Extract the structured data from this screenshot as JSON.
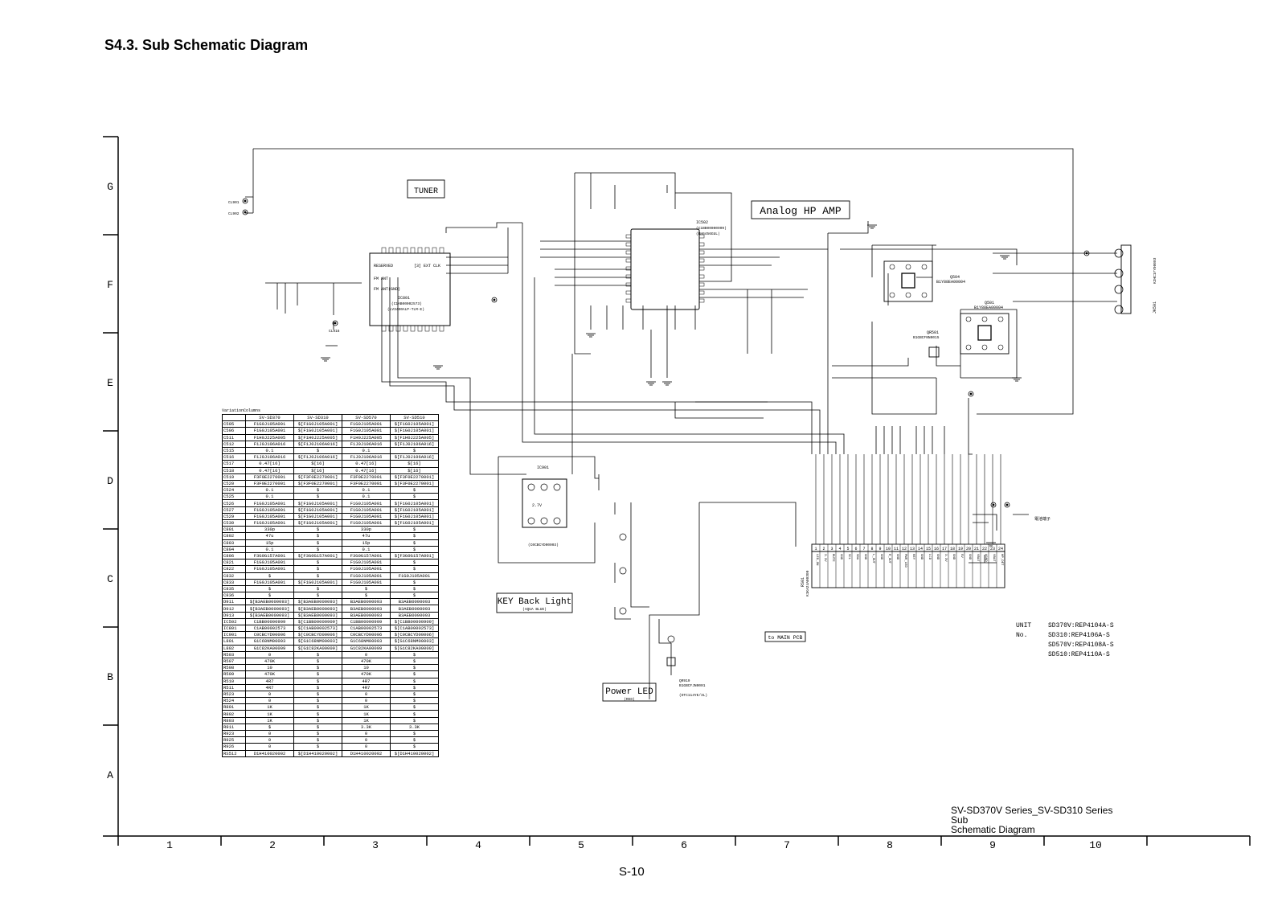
{
  "title": "S4.3. Sub Schematic Diagram",
  "page_number": "S-10",
  "title_block": [
    "SV-SD370V Series_SV-SD310 Series",
    "Sub",
    "Schematic Diagram"
  ],
  "row_labels": [
    "G",
    "F",
    "E",
    "D",
    "C",
    "B",
    "A"
  ],
  "column_labels": [
    "1",
    "2",
    "3",
    "4",
    "5",
    "6",
    "7",
    "8",
    "9",
    "10"
  ],
  "blocks": {
    "tuner": "TUNER",
    "analog_hp_amp": "Analog HP AMP",
    "key_back_light": "KEY Back Light",
    "key_back_light_sub": "(AQUA BLUE)",
    "power_led": "Power LED",
    "power_led_sub": "(RED)",
    "to_main_pcb": "to MAIN PCB"
  },
  "unit_no": {
    "label": "UNIT No.",
    "rows": [
      "SD370V:REP4104A-S",
      "SD310:REP4106A-S",
      "SD570V:REP4108A-S",
      "SD510:REP4110A-S"
    ]
  },
  "components": {
    "ic801": "IC801",
    "ic801_desc": "(C1AB00002573)",
    "ic801_part": "(LV3400ALP-TLM-E)",
    "ic502": "IC502",
    "ic502_part": "(C1BB00000909)",
    "ic502_name": "(BH6456GUL)",
    "ic901": "IC901",
    "ic901_part": "(C0CBCYD00003)",
    "ic901_vout": "2.7V",
    "q501": "Q501",
    "q501_part": "B1Y88EA00004",
    "q504": "Q504",
    "q504_part": "B1Y88EA00004",
    "qr501": "QR501",
    "qr501_part": "B1GBCFNN0015",
    "qr919": "QR919",
    "qr919_part": "B1GBCFJN0001",
    "qr919_desc": "(DTC114YE/3L)",
    "jk501": "JK501",
    "jk501_part": "K2HC1YY00003",
    "rs01": "RS01",
    "rs01_part": "K1KA24A00309",
    "cl901": "CL901",
    "cl902": "CL902",
    "cl916": "CL916",
    "ckt_clk": "[3] EXT CLK",
    "reserved": "RESERVED",
    "fm_ant": "FM ANT",
    "fm_ant_gnd": "FM ANT(GND)",
    "battery": "電池端子"
  },
  "connector_pins": [
    "1",
    "2",
    "3",
    "4",
    "5",
    "6",
    "7",
    "8",
    "9",
    "10",
    "11",
    "12",
    "13",
    "14",
    "15",
    "16",
    "17",
    "18",
    "19",
    "20",
    "21",
    "22",
    "23",
    "24"
  ],
  "connector_signals": [
    "LED_ON",
    "3.3V",
    "MUTE",
    "GND",
    "SCL",
    "SDA",
    "GND",
    "L_OUT",
    "GND",
    "R_OUT",
    "GND",
    "PWR_LED",
    "KEY",
    "GND",
    "LCD",
    "GND",
    "3.3V",
    "GND",
    "5V",
    "GND",
    "VBAT",
    "AGND",
    "VBAT",
    "HP_DET"
  ],
  "variation_table": {
    "caption": "VariationColumns",
    "headers": [
      "",
      "SV-SD370",
      "SV-SD310",
      "SV-SD570",
      "SV-SD510"
    ],
    "rows": [
      [
        "C505",
        "F1G0J105A001",
        "$[F1G0J105A001]",
        "F1G0J105A001",
        "$[F1G0J105A001]"
      ],
      [
        "C506",
        "F1G0J105A001",
        "$[F1G0J105A001]",
        "F1G0J105A001",
        "$[F1G0J105A001]"
      ],
      [
        "C511",
        "F1H0J225A005",
        "$[F1H0J225A005]",
        "F1H0J225A005",
        "$[F1H0J225A005]"
      ],
      [
        "C512",
        "F1J0J106A016",
        "$[F1J0J106A016]",
        "F1J0J106A016",
        "$[F1J0J106A016]"
      ],
      [
        "C515",
        "0.1",
        "$",
        "0.1",
        "$"
      ],
      [
        "C516",
        "F1J0J106A016",
        "$[F1J0J106A016]",
        "F1J0J106A016",
        "$[F1J0J106A016]"
      ],
      [
        "C517",
        "0.47[16]",
        "$[16]",
        "0.47[16]",
        "$[16]"
      ],
      [
        "C518",
        "0.47[16]",
        "$[16]",
        "0.47[16]",
        "$[16]"
      ],
      [
        "C519",
        "F3F0E2270001",
        "$[F3F0E2270001]",
        "F3F0E2270001",
        "$[F3F0E2270001]"
      ],
      [
        "C520",
        "F3F0E2270001",
        "$[F3F0E2270001]",
        "F3F0E2270001",
        "$[F3F0E2270001]"
      ],
      [
        "C524",
        "0.1",
        "$",
        "0.1",
        "$"
      ],
      [
        "C525",
        "0.1",
        "$",
        "0.1",
        "$"
      ],
      [
        "C526",
        "F1G0J105A001",
        "$[F1G0J105A001]",
        "F1G0J105A001",
        "$[F1G0J105A001]"
      ],
      [
        "C527",
        "F1G0J105A001",
        "$[F1G0J105A001]",
        "F1G0J105A001",
        "$[F1G0J105A001]"
      ],
      [
        "C529",
        "F1G0J105A001",
        "$[F1G0J105A001]",
        "F1G0J105A001",
        "$[F1G0J105A001]"
      ],
      [
        "C530",
        "F1G0J105A001",
        "$[F1G0J105A001]",
        "F1G0J105A001",
        "$[F1G0J105A001]"
      ],
      [
        "C801",
        "330p",
        "$",
        "330p",
        "$"
      ],
      [
        "C802",
        "47u",
        "$",
        "47u",
        "$"
      ],
      [
        "C803",
        "15p",
        "$",
        "15p",
        "$"
      ],
      [
        "C804",
        "0.1",
        "$",
        "0.1",
        "$"
      ],
      [
        "C806",
        "F3G0G157A001",
        "$[F3G0G157A001]",
        "F3G0G157A001",
        "$[F3G0G157A001]"
      ],
      [
        "C821",
        "F1G0J105A001",
        "$",
        "F1G0J105A001",
        "$"
      ],
      [
        "C822",
        "F1G0J105A001",
        "$",
        "F1G0J105A001",
        "$"
      ],
      [
        "C832",
        "$",
        "$",
        "F1G0J105A001",
        "F1G0J105A001"
      ],
      [
        "C833",
        "F1G0J105A001",
        "$[F1G0J105A001]",
        "F1G0J105A001",
        "$"
      ],
      [
        "C835",
        "$",
        "$",
        "$",
        "$"
      ],
      [
        "C836",
        "$",
        "$",
        "$",
        "$"
      ],
      [
        "D911",
        "$[B3AEB0000093]",
        "$[B3AEB0000093]",
        "B3AEB0000093",
        "B3AEB0000093"
      ],
      [
        "D912",
        "$[B3AEB0000093]",
        "$[B3AEB0000093]",
        "B3AEB0000093",
        "B3AEB0000093"
      ],
      [
        "D913",
        "$[B3AEB0000093]",
        "$[B3AEB0000093]",
        "B3AEB0000093",
        "B3AEB0000093"
      ],
      [
        "IC502",
        "C1BB00000909",
        "$[C1BB00000909]",
        "C1BB00000909",
        "$[C1BB00000909]"
      ],
      [
        "IC801",
        "C1AB00002573",
        "$[C1AB00002573]",
        "C1AB00002573",
        "$[C1AB00002573]"
      ],
      [
        "IC901",
        "C0CBCYD00006",
        "$[C0CBCYD00006]",
        "C0CBCYD00006",
        "$[C0CBCYD00006]"
      ],
      [
        "L801",
        "G1C68NM00003",
        "$[G1C68NM00003]",
        "G1C68NM00003",
        "$[G1C68NM00003]"
      ],
      [
        "L802",
        "G1C82KA00009",
        "$[G1C82KA00009]",
        "G1C82KA00009",
        "$[G1C82KA00009]"
      ],
      [
        "R503",
        "0",
        "$",
        "0",
        "$"
      ],
      [
        "R507",
        "470K",
        "$",
        "470K",
        "$"
      ],
      [
        "R508",
        "10",
        "$",
        "10",
        "$"
      ],
      [
        "R509",
        "470K",
        "$",
        "470K",
        "$"
      ],
      [
        "R510",
        "4R7",
        "$",
        "4R7",
        "$"
      ],
      [
        "R511",
        "4R7",
        "$",
        "4R7",
        "$"
      ],
      [
        "R523",
        "0",
        "$",
        "0",
        "$"
      ],
      [
        "R524",
        "0",
        "$",
        "0",
        "$"
      ],
      [
        "R801",
        "1K",
        "$",
        "1K",
        "$"
      ],
      [
        "R802",
        "1K",
        "$",
        "1K",
        "$"
      ],
      [
        "R803",
        "1K",
        "$",
        "1K",
        "$"
      ],
      [
        "R911",
        "$",
        "$",
        "3.3K",
        "3.3K"
      ],
      [
        "R923",
        "0",
        "$",
        "0",
        "$"
      ],
      [
        "R925",
        "0",
        "$",
        "0",
        "$"
      ],
      [
        "R926",
        "0",
        "$",
        "0",
        "$"
      ],
      [
        "RS512",
        "D1H410020002",
        "$[D1H410020002]",
        "D1H410020002",
        "$[D1H410020002]"
      ]
    ]
  }
}
